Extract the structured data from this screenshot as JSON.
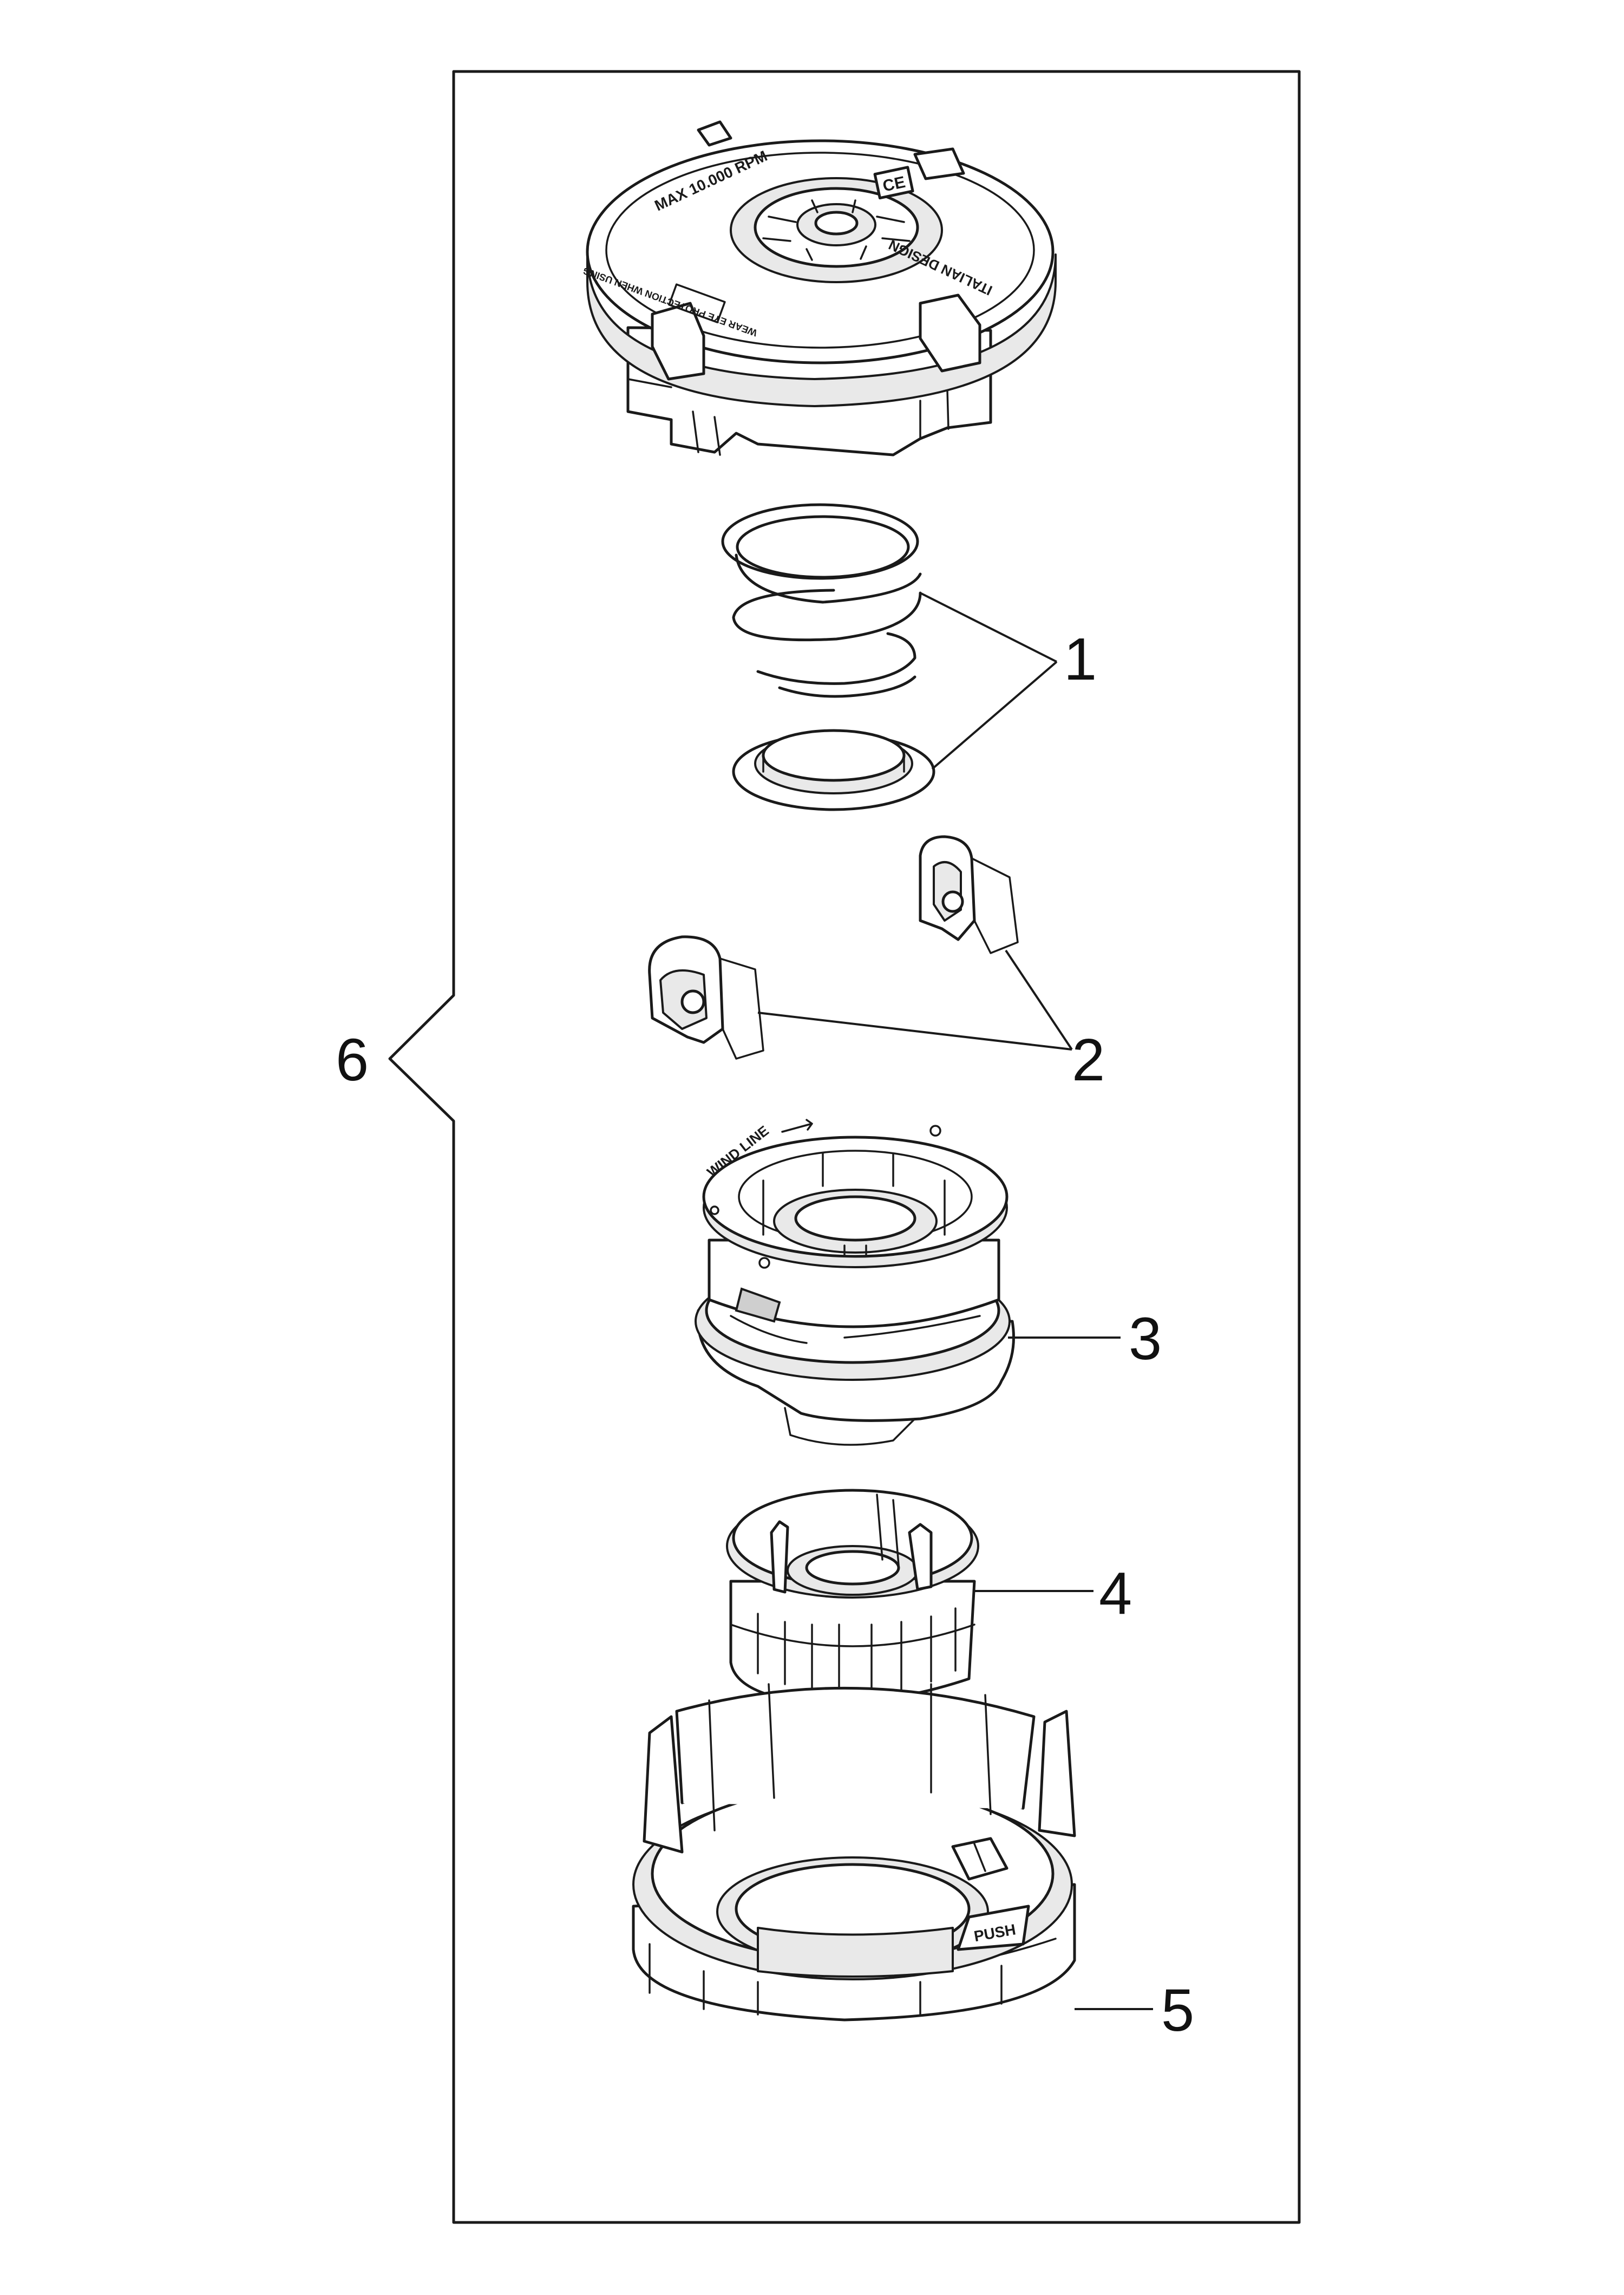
{
  "callouts": [
    {
      "id": "1",
      "label": "1"
    },
    {
      "id": "2",
      "label": "2"
    },
    {
      "id": "3",
      "label": "3"
    },
    {
      "id": "4",
      "label": "4"
    },
    {
      "id": "5",
      "label": "5"
    },
    {
      "id": "6",
      "label": "6"
    }
  ],
  "markings": {
    "cover_max_rpm": "MAX 10.000 RPM",
    "cover_design": "ITALIAN DESIGN",
    "cover_warning": "WEAR EYE PROTECTION WHEN USING",
    "cover_badge": "CE",
    "spool_arrow": "WIND LINE",
    "base_button": "PUSH"
  },
  "colors": {
    "line": "#1a1a1a",
    "background": "#ffffff",
    "frame": "#1a1a1a"
  }
}
